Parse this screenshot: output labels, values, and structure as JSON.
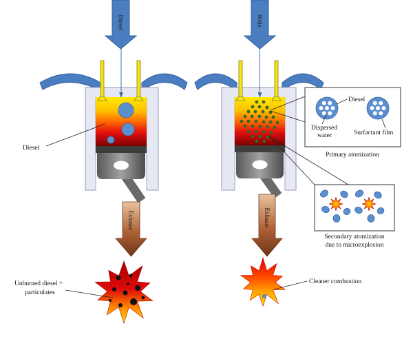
{
  "left_engine": {
    "inlet_label": "Diesel",
    "chamber_label": "Diesel",
    "exhaust_label": "Exhaust",
    "result_label": [
      "Unburned diesel +",
      "particulates"
    ]
  },
  "right_engine": {
    "inlet_label": "Wide",
    "exhaust_label": "Exhaust",
    "result_label": "Cleaner combustion"
  },
  "primary_atomization": {
    "diesel_label": "Diesel",
    "water_label": [
      "Dispersed",
      "water"
    ],
    "film_label": "Surfactant film",
    "caption": "Primary atomization"
  },
  "secondary_atomization": {
    "caption": [
      "Secondary atomization",
      "due to microexplosion"
    ]
  },
  "colors": {
    "inlet_arrow": "#4a7ec0",
    "valve": "#f2e31a",
    "cylinder_wall": "#e6e8f4",
    "fuel_droplet": "#5b8fd0",
    "water_dot": "#2d6a2d",
    "particulate": "#111111"
  }
}
